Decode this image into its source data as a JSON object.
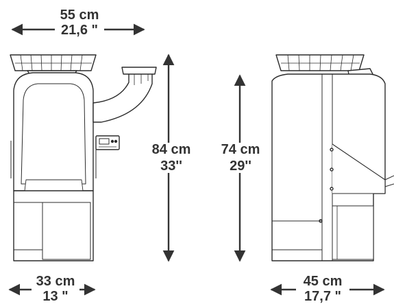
{
  "dimensions": {
    "width": {
      "metric": "55 cm",
      "imperial": "21,6 \""
    },
    "height_overall": {
      "metric": "84 cm",
      "imperial": "33''"
    },
    "height_body": {
      "metric": "74 cm",
      "imperial": "29''"
    },
    "base_width": {
      "metric": "33 cm",
      "imperial": "13 \""
    },
    "depth": {
      "metric": "45 cm",
      "imperial": "17,7 \""
    }
  },
  "colors": {
    "line": "#2b2b2b",
    "fill": "#ffffff",
    "text": "#333333"
  }
}
